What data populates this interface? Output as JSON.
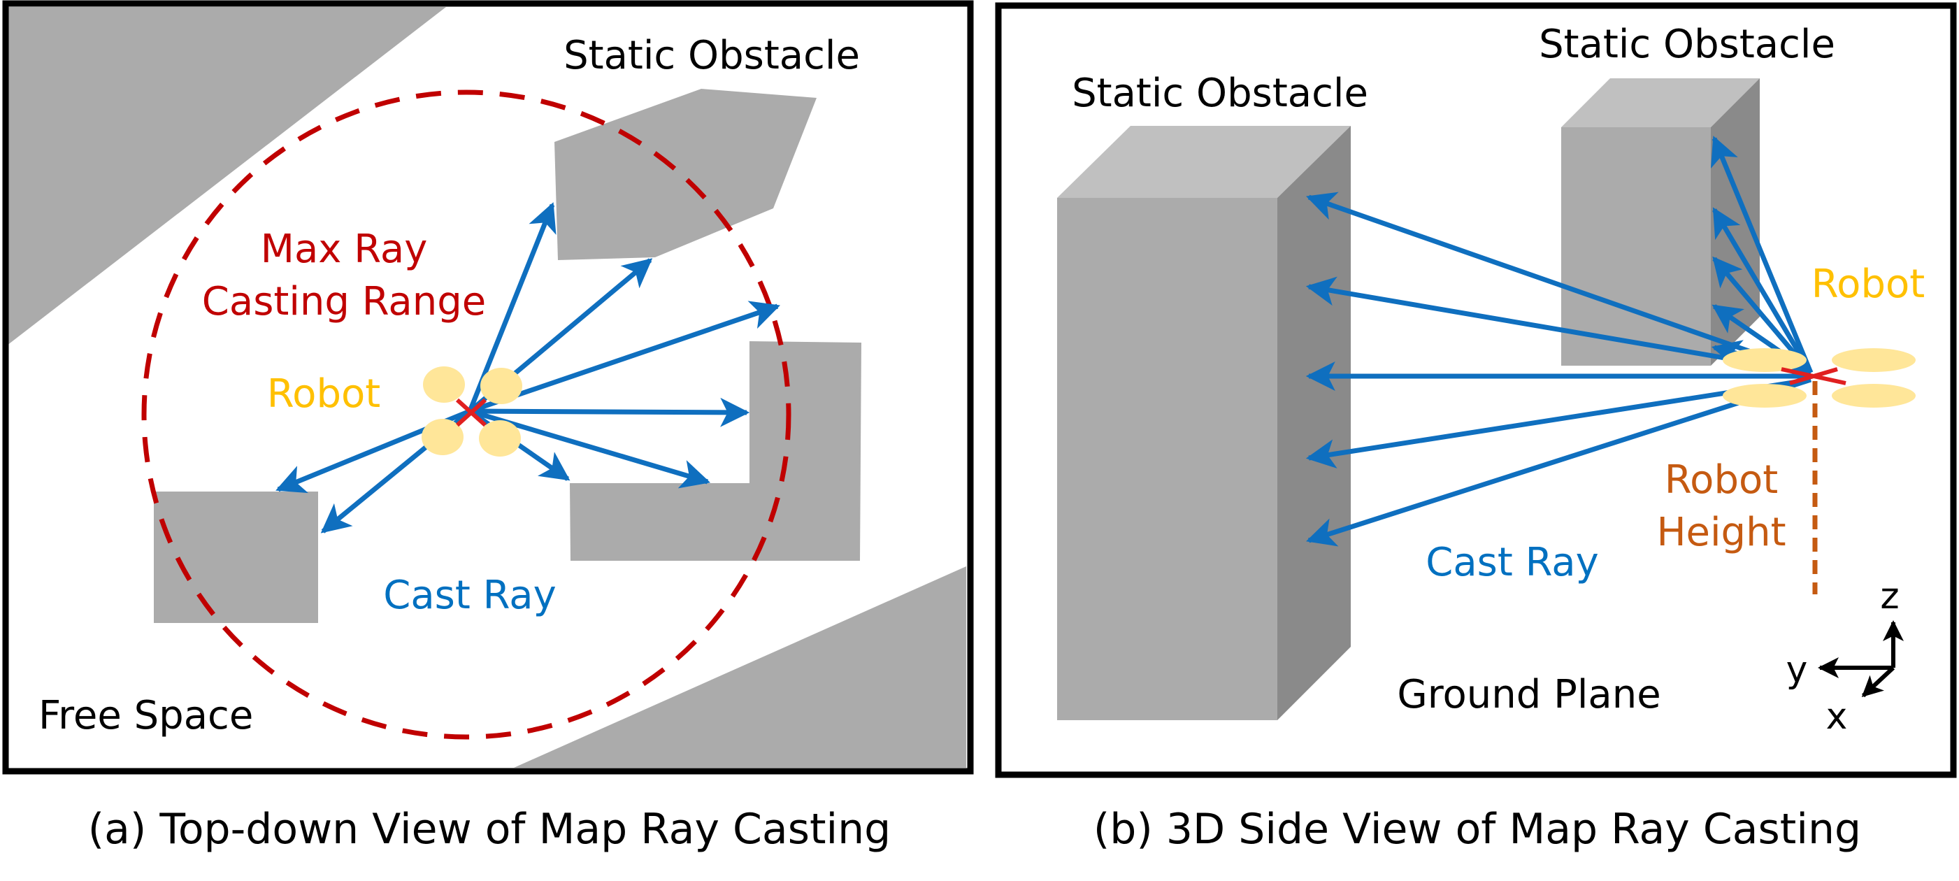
{
  "colors": {
    "obstacle": "#ababab",
    "obstacle_top": "#c0c0c0",
    "obstacle_side": "#8a8a8a",
    "ray": "#0f6fbf",
    "range": "#c00000",
    "robot": "#ffe699",
    "robot_label": "#ffc000",
    "cast_ray_label": "#0070c0",
    "height_label": "#c55a11",
    "center_mark": "#e02020"
  },
  "panel_a": {
    "caption": "(a) Top-down View of Map Ray Casting",
    "labels": {
      "static_obstacle": "Static Obstacle",
      "max_range_line1": "Max Ray",
      "max_range_line2": "Casting Range",
      "robot": "Robot",
      "cast_ray": "Cast Ray",
      "free_space": "Free Space"
    }
  },
  "panel_b": {
    "caption": "(b) 3D Side View of Map Ray Casting",
    "labels": {
      "static_obstacle_left": "Static Obstacle",
      "static_obstacle_right": "Static Obstacle",
      "robot": "Robot",
      "robot_height_line1": "Robot",
      "robot_height_line2": "Height",
      "cast_ray": "Cast Ray",
      "ground_plane": "Ground Plane",
      "axis_z": "z",
      "axis_y": "y",
      "axis_x": "x"
    }
  }
}
